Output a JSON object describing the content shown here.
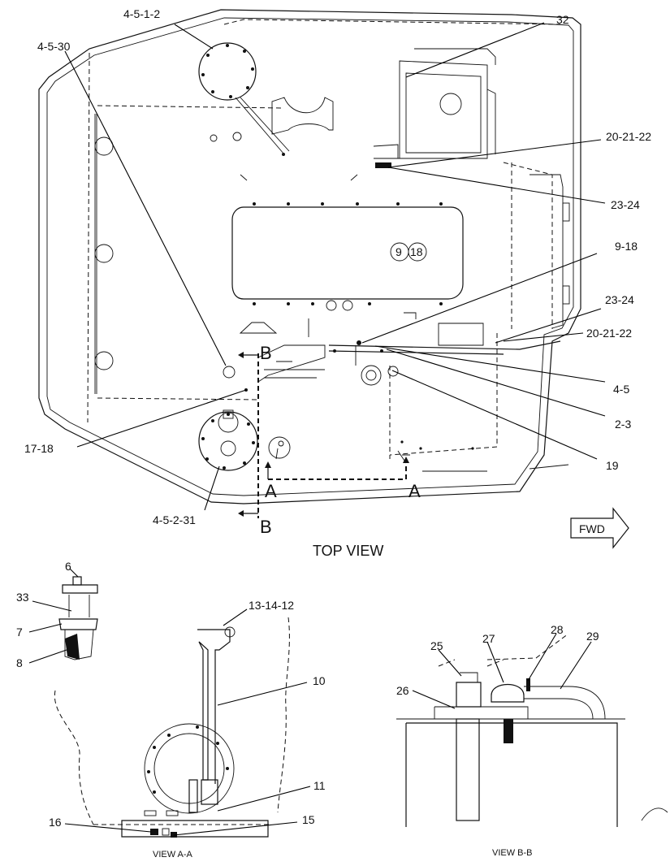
{
  "top_view": {
    "title": "TOP VIEW",
    "fwd_label": "FWD",
    "section_a": "A",
    "section_b": "B",
    "callouts": {
      "c_4_5_1_2": "4-5-1-2",
      "c_4_5_30": "4-5-30",
      "c_32": "32",
      "c_20_21_22_top": "20-21-22",
      "c_23_24_top": "23-24",
      "c_9_18": "9-18",
      "c_23_24_mid": "23-24",
      "c_20_21_22_mid": "20-21-22",
      "c_4_5": "4-5",
      "c_2_3": "2-3",
      "c_19": "19",
      "c_17_18": "17-18",
      "c_4_5_2_31": "4-5-2-31",
      "circle_9": "9",
      "circle_18": "18"
    }
  },
  "view_aa": {
    "title": "VIEW A-A",
    "callouts": {
      "c_6": "6",
      "c_33": "33",
      "c_7": "7",
      "c_8": "8",
      "c_13_14_12": "13-14-12",
      "c_10": "10",
      "c_11": "11",
      "c_16": "16",
      "c_15": "15"
    }
  },
  "view_bb": {
    "title": "VIEW B-B",
    "callouts": {
      "c_25": "25",
      "c_27": "27",
      "c_28": "28",
      "c_29": "29",
      "c_26": "26"
    }
  }
}
